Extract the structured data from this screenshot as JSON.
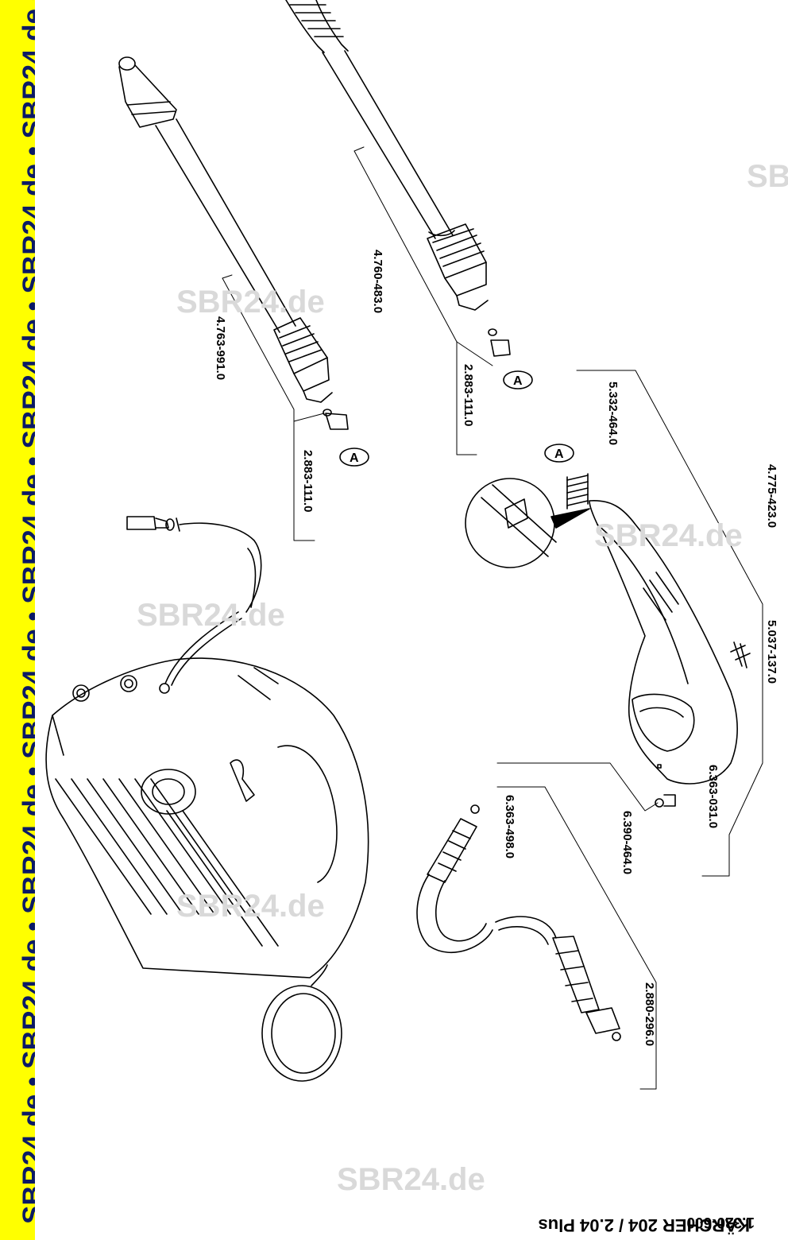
{
  "sidebar": {
    "text": "SBR24.de • SBR24.de • SBR24.de • SBR24.de • SBR24.de • SBR24.de • SBR24.de • SBR24.de • SBR24.de"
  },
  "watermark": {
    "text": "SBR24.de"
  },
  "callouts": {
    "detail_marker": "A",
    "lance_long": "4.760-483.0",
    "lance_short": "4.763-991.0",
    "nozzle_a": "2.883-111.0",
    "nozzle_b": "2.883-111.0",
    "spring": "5.332-464.0",
    "gun": "4.775-423.0",
    "clip": "5.037-137.0",
    "oring_small": "6.363-031.0",
    "hose_assy": "6.390-464.0",
    "oring_hose": "6.363-498.0",
    "hose": "2.880-296.0"
  },
  "footer": {
    "code": "1.320-600",
    "title": "KÄRCHER 204 / 2.04 Plus"
  }
}
